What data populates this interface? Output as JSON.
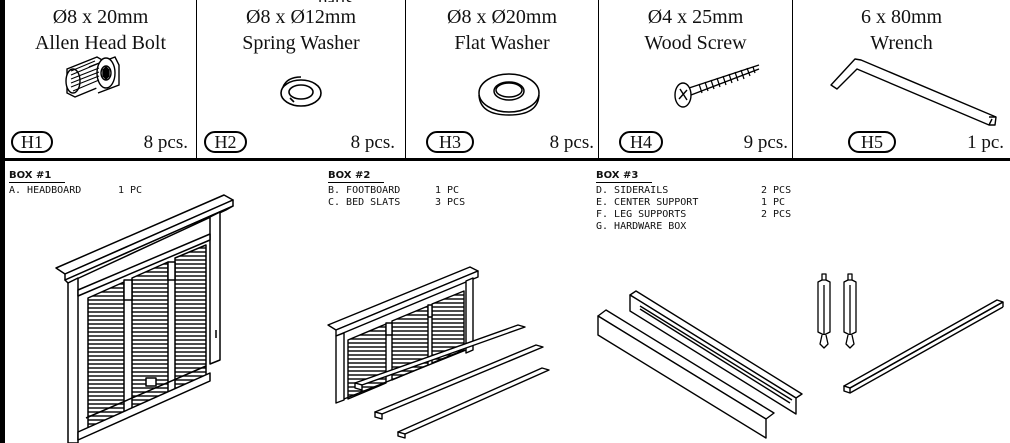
{
  "header_stub": "parts",
  "hardware": [
    {
      "size": "Ø8 x 20mm",
      "name": "Allen Head Bolt",
      "code": "H1",
      "qty": "8 pcs.",
      "icon": "allen-bolt-icon"
    },
    {
      "size": "Ø8 x Ø12mm",
      "name": "Spring Washer",
      "code": "H2",
      "qty": "8 pcs.",
      "icon": "spring-washer-icon"
    },
    {
      "size": "Ø8 x Ø20mm",
      "name": "Flat Washer",
      "code": "H3",
      "qty": "8 pcs.",
      "icon": "flat-washer-icon"
    },
    {
      "size": "Ø4 x 25mm",
      "name": "Wood Screw",
      "code": "H4",
      "qty": "9 pcs.",
      "icon": "wood-screw-icon"
    },
    {
      "size": "6 x 80mm",
      "name": "Wrench",
      "code": "H5",
      "qty": "1 pc.",
      "icon": "wrench-icon"
    }
  ],
  "boxes": [
    {
      "title": "BOX #1",
      "items": [
        {
          "label": "A. HEADBOARD",
          "qty": "1 PC"
        }
      ]
    },
    {
      "title": "BOX #2",
      "items": [
        {
          "label": "B. FOOTBOARD",
          "qty": "1 PC"
        },
        {
          "label": "C. BED SLATS",
          "qty": "3 PCS"
        }
      ]
    },
    {
      "title": "BOX #3",
      "items": [
        {
          "label": "D. SIDERAILS",
          "qty": "2 PCS"
        },
        {
          "label": "E. CENTER SUPPORT",
          "qty": "1 PC"
        },
        {
          "label": "F. LEG SUPPORTS",
          "qty": "2 PCS"
        },
        {
          "label": "G. HARDWARE BOX",
          "qty": ""
        }
      ]
    }
  ]
}
